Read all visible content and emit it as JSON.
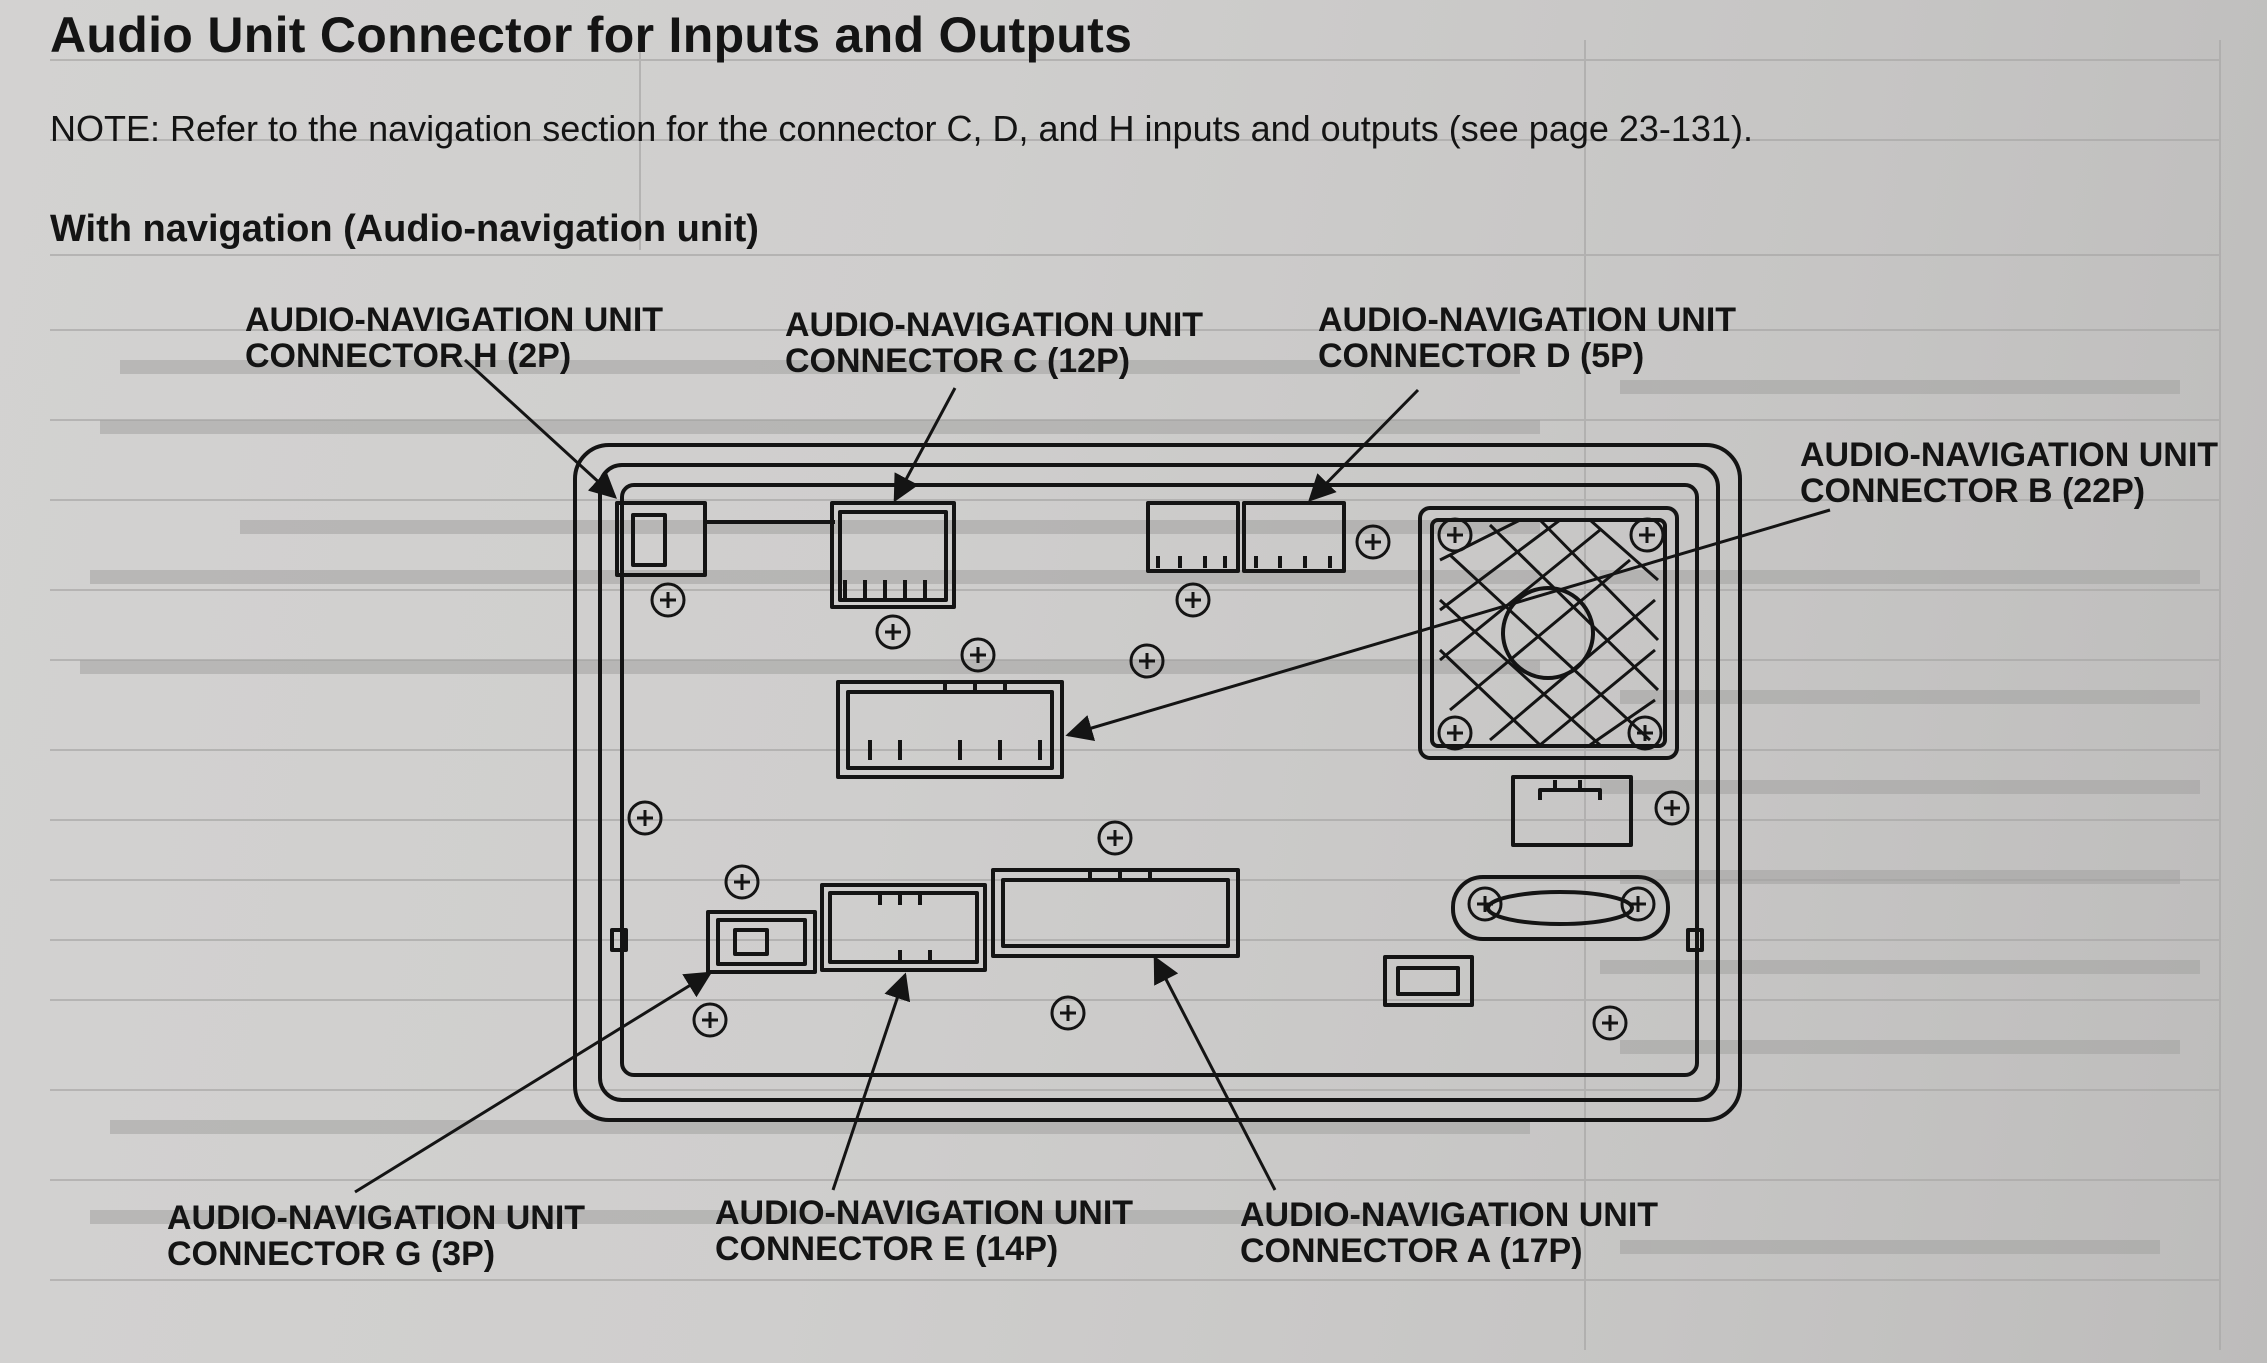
{
  "heading": {
    "title": "Audio Unit Connector for Inputs and Outputs",
    "note": "NOTE: Refer to the navigation section for the connector C, D, and H inputs and outputs (see page 23-131).",
    "subheading": "With navigation (Audio-navigation unit)"
  },
  "callouts": {
    "h": {
      "line1": "AUDIO-NAVIGATION UNIT",
      "line2": "CONNECTOR H (2P)"
    },
    "c": {
      "line1": "AUDIO-NAVIGATION UNIT",
      "line2": "CONNECTOR C (12P)"
    },
    "d": {
      "line1": "AUDIO-NAVIGATION UNIT",
      "line2": "CONNECTOR D (5P)"
    },
    "b": {
      "line1": "AUDIO-NAVIGATION UNIT",
      "line2": "CONNECTOR B (22P)"
    },
    "g": {
      "line1": "AUDIO-NAVIGATION UNIT",
      "line2": "CONNECTOR G (3P)"
    },
    "e": {
      "line1": "AUDIO-NAVIGATION UNIT",
      "line2": "CONNECTOR E (14P)"
    },
    "a": {
      "line1": "AUDIO-NAVIGATION UNIT",
      "line2": "CONNECTOR A (17P)"
    }
  },
  "colors": {
    "ink": "#141414",
    "paper": "#cfcecd",
    "ghost": "#9c9b9a"
  }
}
